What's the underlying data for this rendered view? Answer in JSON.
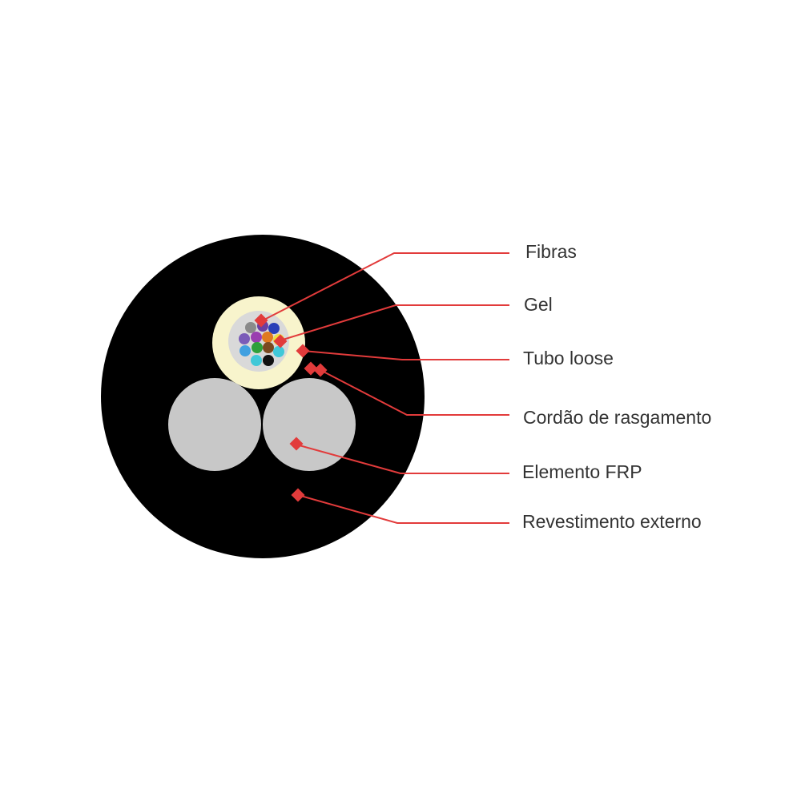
{
  "diagram": {
    "labels": {
      "fibras": "Fibras",
      "gel": "Gel",
      "tubo_loose": "Tubo loose",
      "cordao": "Cordão de rasgamento",
      "frp": "Elemento FRP",
      "revestimento": "Revestimento externo"
    }
  },
  "colors": {
    "jacket": "#000000",
    "tube": "#f8f4cc",
    "gel": "#d9d9d9",
    "frp": "#c8c8c8",
    "leader": "#e23b3b",
    "text": "#333333",
    "fibers": [
      "#8a8a8a",
      "#6b3fa0",
      "#2a3fb8",
      "#7a5cb8",
      "#9a3fb0",
      "#e07a20",
      "#f0e040",
      "#40a0e0",
      "#2ea03a",
      "#7a4a20",
      "#40c8d8",
      "#111111"
    ]
  }
}
